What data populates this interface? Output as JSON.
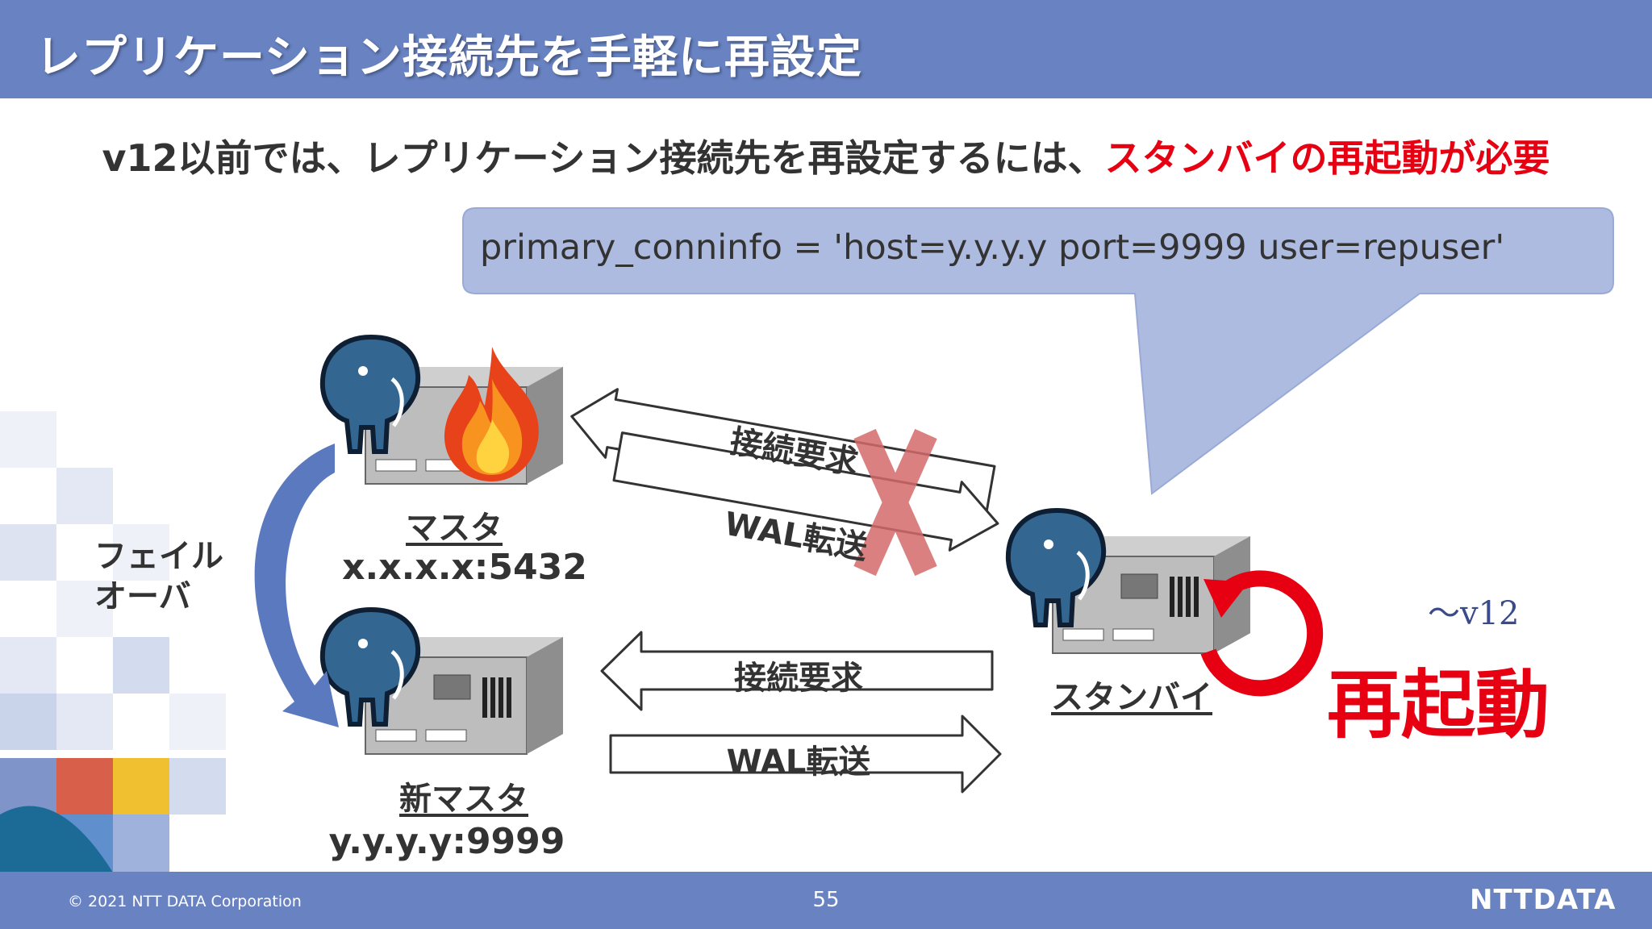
{
  "title": "レプリケーション接続先を手軽に再設定",
  "subtitle": {
    "main": "v12以前では、レプリケーション接続先を再設定するには、",
    "highlight": "スタンバイの再起動が必要"
  },
  "callout": {
    "text": "primary_conninfo = 'host=y.y.y.y port=9999 user=repuser'"
  },
  "nodes": {
    "master": {
      "label": "マスタ",
      "address": "x.x.x.x:5432"
    },
    "new_master": {
      "label": "新マスタ",
      "address": "y.y.y.y:9999"
    },
    "standby": {
      "label": "スタンバイ"
    }
  },
  "failover": {
    "line1": "フェイル",
    "line2": "オーバ"
  },
  "arrows": {
    "connection_request": "接続要求",
    "wal_transfer": "WAL転送"
  },
  "restart": {
    "text": "再起動"
  },
  "version": {
    "text": "～v12"
  },
  "footer": {
    "copyright": "© 2021 NTT DATA Corporation",
    "page_number": "55",
    "logo": "NTTDATA"
  },
  "colors": {
    "header_bar": "#6882c2",
    "accent_red": "#e60012",
    "callout_fill": "#aebbe0",
    "elephant": "#336791"
  }
}
